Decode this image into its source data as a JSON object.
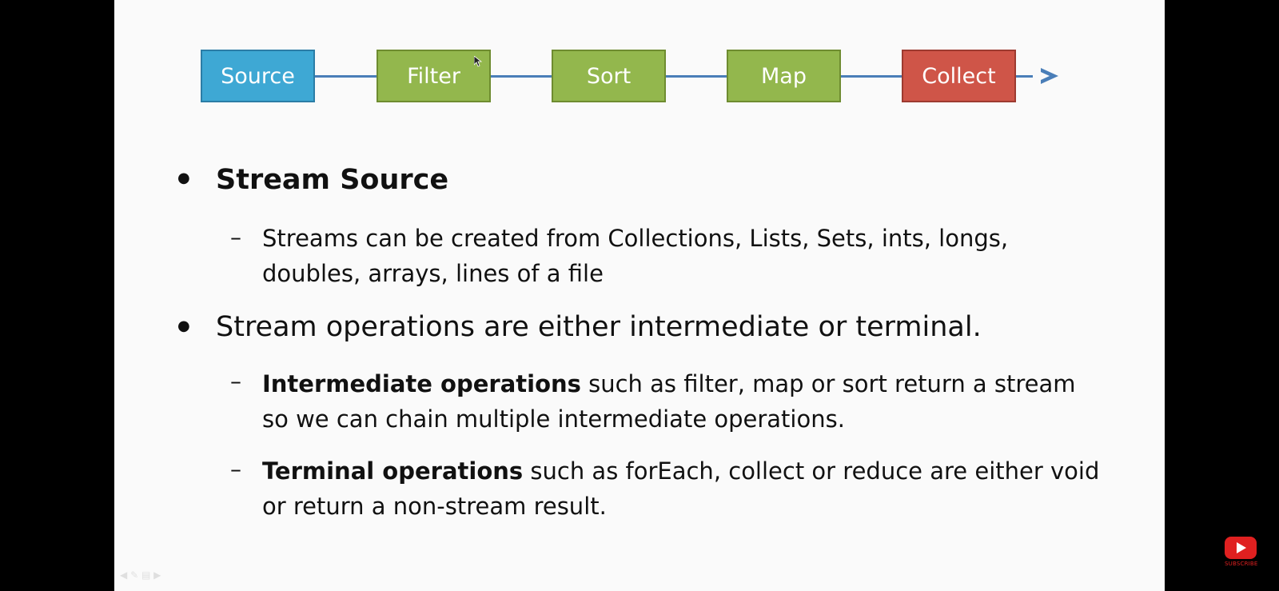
{
  "pipeline": {
    "source": "Source",
    "filter": "Filter",
    "sort": "Sort",
    "map": "Map",
    "collect": "Collect"
  },
  "bullets": {
    "stream_source": "Stream Source",
    "stream_source_detail": "Streams can be created from Collections, Lists, Sets, ints, longs, doubles, arrays, lines of a file",
    "operations": "Stream operations are either intermediate or terminal.",
    "intermediate_label": "Intermediate operations",
    "intermediate_detail": " such as filter, map or sort return a stream so we can chain multiple intermediate operations.",
    "terminal_label": "Terminal operations",
    "terminal_detail": " such as forEach, collect or reduce are either void or return a non-stream result."
  },
  "overlay": {
    "subscribe": "SUBSCRIBE"
  },
  "colors": {
    "source": "#3ea8d4",
    "intermediate": "#93b74d",
    "terminal": "#cf5548",
    "connector": "#4a7eb8"
  }
}
